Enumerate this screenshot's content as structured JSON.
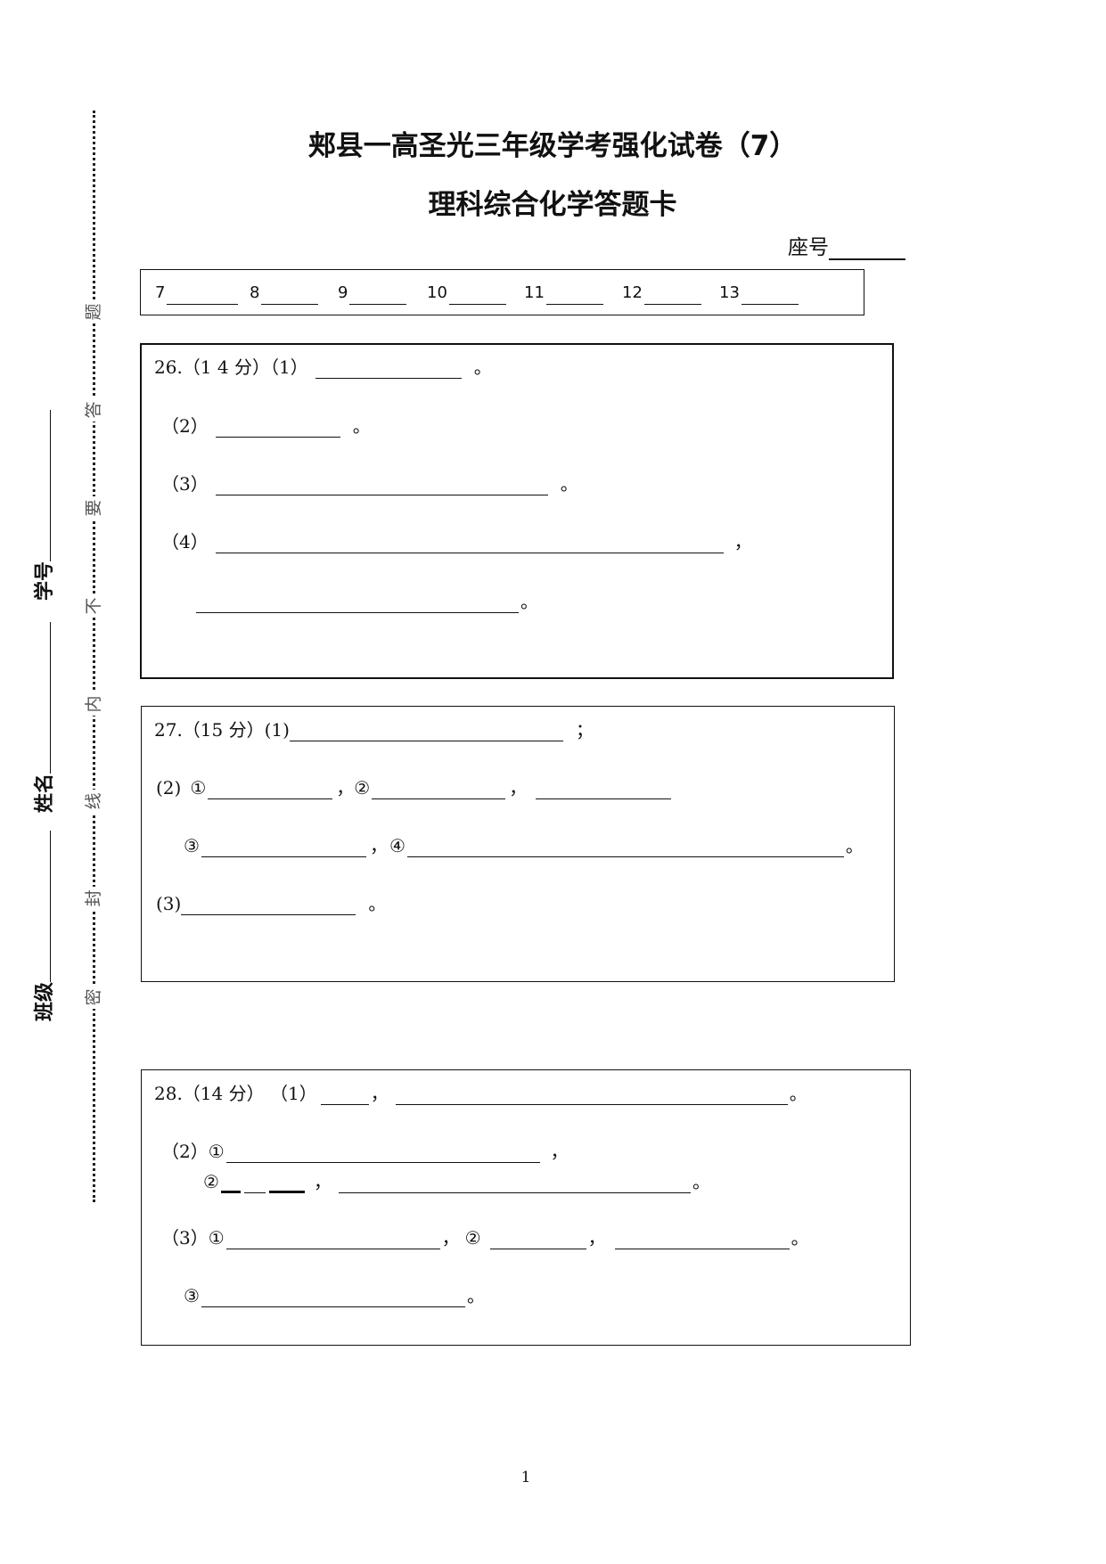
{
  "title": "郏县一高圣光三年级学考强化试卷（7）",
  "subtitle": "理科综合化学答题卡",
  "seat_label": "座号",
  "side": {
    "class_label": "班级",
    "name_label": "姓名",
    "student_id_label": "学号",
    "seal_chars": [
      "密",
      "封",
      "线",
      "内",
      "不",
      "要",
      "答",
      "题"
    ]
  },
  "mcq": {
    "items": [
      "7",
      "8",
      "9",
      "10",
      "11",
      "12",
      "13"
    ]
  },
  "q26": {
    "header": "26.（1 4 分）（1）",
    "p2": "（2）",
    "p3": "（3）",
    "p4": "（4）",
    "period": "。",
    "comma": "，"
  },
  "q27": {
    "header": "27.（15 分）(1)",
    "semicolon": "；",
    "p2": "(2)",
    "c1": "①",
    "c2": "②",
    "c3": "③",
    "c4": "④",
    "p3": "(3)",
    "comma": "，",
    "period": "。"
  },
  "q28": {
    "header": "28.（14 分）  （1）",
    "p2": "（2）",
    "p3": "（3）",
    "c1": "①",
    "c2": "②",
    "c3": "③",
    "comma": "，",
    "period": "。"
  },
  "page_number": "1"
}
